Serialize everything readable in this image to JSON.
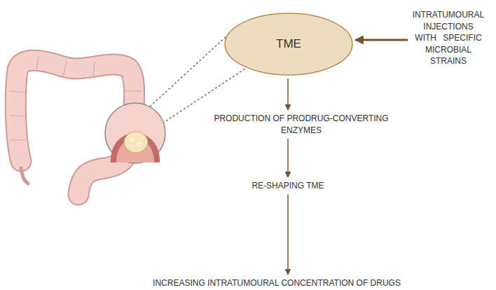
{
  "diagram": {
    "nodes": [
      {
        "text": [
          "TME"
        ]
      },
      {
        "text": [
          "INTRATUMOURAL INJECTIONS WITH SPECIFIC MICROBIAL STRAINS"
        ]
      },
      {
        "text": [
          "PRODUCTION OF PRODRUG-CONVERTING ENZYMES"
        ]
      },
      {
        "text": [
          "RE-SHAPING TME"
        ]
      },
      {
        "text": [
          "INCREASING INTRATUMOURAL CONCENTRATION OF DRUGS"
        ]
      }
    ],
    "edges": [
      {
        "from": 1,
        "to": 0,
        "arrow": "to"
      },
      {
        "from": 0,
        "to": 2,
        "arrow": "to"
      },
      {
        "from": 2,
        "to": 3,
        "arrow": "to"
      },
      {
        "from": 3,
        "to": 4,
        "arrow": "to"
      }
    ]
  }
}
